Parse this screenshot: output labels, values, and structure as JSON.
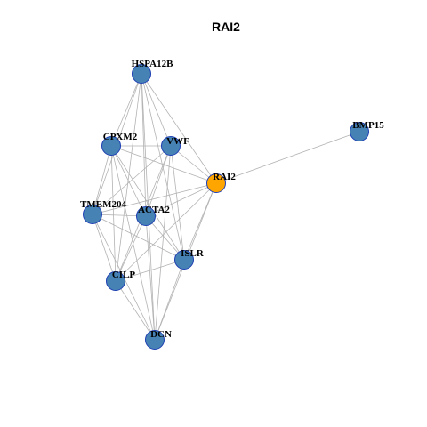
{
  "title": "RAI2",
  "colors": {
    "default_node": "#4682b4",
    "highlight_node": "#ffa500",
    "node_border": "#1e3fb3",
    "edge": "#b3b3b3"
  },
  "nodes": [
    {
      "id": "HSPA12B",
      "label": "HSPA12B",
      "highlight": false
    },
    {
      "id": "CPXM2",
      "label": "CPXM2",
      "highlight": false
    },
    {
      "id": "VWF",
      "label": "VWF",
      "highlight": false
    },
    {
      "id": "BMP15",
      "label": "BMP15",
      "highlight": false
    },
    {
      "id": "RAI2",
      "label": "RAI2",
      "highlight": true
    },
    {
      "id": "TMEM204",
      "label": "TMEM204",
      "highlight": false
    },
    {
      "id": "ACTA2",
      "label": "ACTA2",
      "highlight": false
    },
    {
      "id": "ISLR",
      "label": "ISLR",
      "highlight": false
    },
    {
      "id": "CILP",
      "label": "CILP",
      "highlight": false
    },
    {
      "id": "DCN",
      "label": "DCN",
      "highlight": false
    }
  ],
  "edges": [
    [
      "HSPA12B",
      "CPXM2"
    ],
    [
      "HSPA12B",
      "VWF"
    ],
    [
      "HSPA12B",
      "RAI2"
    ],
    [
      "HSPA12B",
      "TMEM204"
    ],
    [
      "HSPA12B",
      "ACTA2"
    ],
    [
      "HSPA12B",
      "ISLR"
    ],
    [
      "HSPA12B",
      "CILP"
    ],
    [
      "HSPA12B",
      "DCN"
    ],
    [
      "CPXM2",
      "VWF"
    ],
    [
      "CPXM2",
      "RAI2"
    ],
    [
      "CPXM2",
      "TMEM204"
    ],
    [
      "CPXM2",
      "ACTA2"
    ],
    [
      "CPXM2",
      "ISLR"
    ],
    [
      "CPXM2",
      "CILP"
    ],
    [
      "CPXM2",
      "DCN"
    ],
    [
      "VWF",
      "RAI2"
    ],
    [
      "VWF",
      "TMEM204"
    ],
    [
      "VWF",
      "ACTA2"
    ],
    [
      "VWF",
      "ISLR"
    ],
    [
      "VWF",
      "CILP"
    ],
    [
      "VWF",
      "DCN"
    ],
    [
      "RAI2",
      "BMP15"
    ],
    [
      "RAI2",
      "TMEM204"
    ],
    [
      "RAI2",
      "ACTA2"
    ],
    [
      "RAI2",
      "ISLR"
    ],
    [
      "RAI2",
      "CILP"
    ],
    [
      "RAI2",
      "DCN"
    ],
    [
      "TMEM204",
      "ACTA2"
    ],
    [
      "TMEM204",
      "ISLR"
    ],
    [
      "TMEM204",
      "CILP"
    ],
    [
      "TMEM204",
      "DCN"
    ],
    [
      "ACTA2",
      "ISLR"
    ],
    [
      "ACTA2",
      "CILP"
    ],
    [
      "ACTA2",
      "DCN"
    ],
    [
      "ISLR",
      "CILP"
    ],
    [
      "ISLR",
      "DCN"
    ],
    [
      "CILP",
      "DCN"
    ]
  ]
}
